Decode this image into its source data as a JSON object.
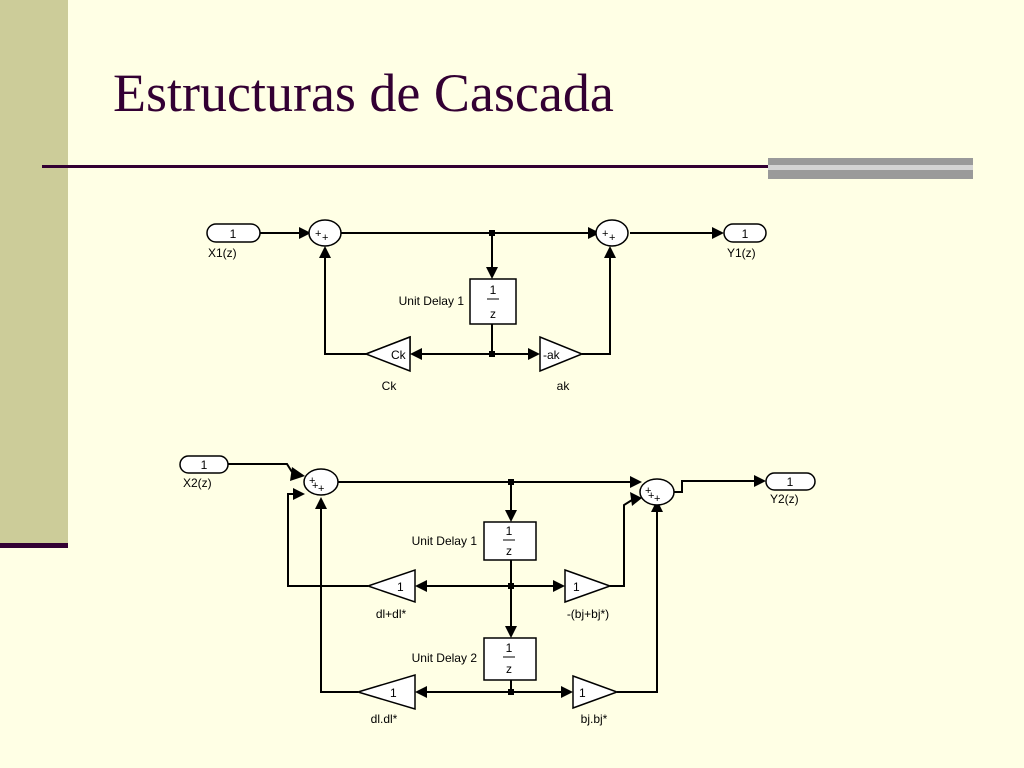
{
  "slide": {
    "title": "Estructuras de Cascada",
    "colors": {
      "title": "#330033",
      "background": "#FFFFE5",
      "sidebar": "#CCCC99",
      "accent": "#9A9A9A"
    }
  },
  "diagram1": {
    "input_port": {
      "number": "1",
      "label": "X1(z)"
    },
    "output_port": {
      "number": "1",
      "label": "Y1(z)"
    },
    "unit_delay": {
      "label": "Unit Delay 1",
      "numerator": "1",
      "denominator": "z"
    },
    "gain_left": {
      "value": "Ck",
      "label": "Ck"
    },
    "gain_right": {
      "value": "-ak",
      "label": "ak"
    }
  },
  "diagram2": {
    "input_port": {
      "number": "1",
      "label": "X2(z)"
    },
    "output_port": {
      "number": "1",
      "label": "Y2(z)"
    },
    "unit_delay_1": {
      "label": "Unit Delay 1",
      "numerator": "1",
      "denominator": "z"
    },
    "unit_delay_2": {
      "label": "Unit Delay 2",
      "numerator": "1",
      "denominator": "z"
    },
    "gain_dl_sum": {
      "value": "1",
      "label": "dl+dl*"
    },
    "gain_bj_sum": {
      "value": "1",
      "label": "-(bj+bj*)"
    },
    "gain_dl_prod": {
      "value": "1",
      "label": "dl.dl*"
    },
    "gain_bj_prod": {
      "value": "1",
      "label": "bj.bj*"
    }
  }
}
